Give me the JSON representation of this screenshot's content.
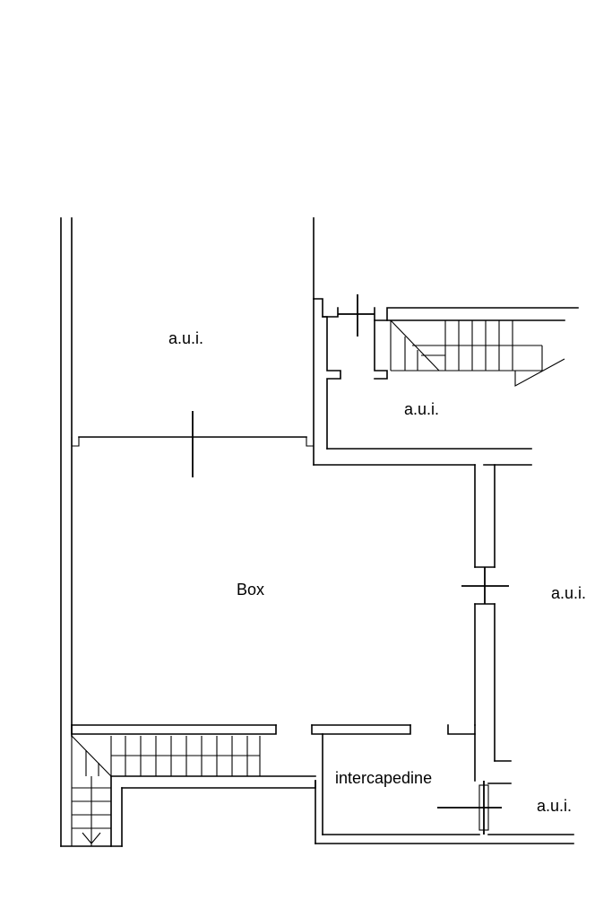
{
  "rooms": {
    "aui_top_left": "a.u.i.",
    "aui_top_right": "a.u.i.",
    "box": "Box",
    "aui_right": "a.u.i.",
    "intercapedine": "intercapedine",
    "aui_bottom_right": "a.u.i."
  }
}
